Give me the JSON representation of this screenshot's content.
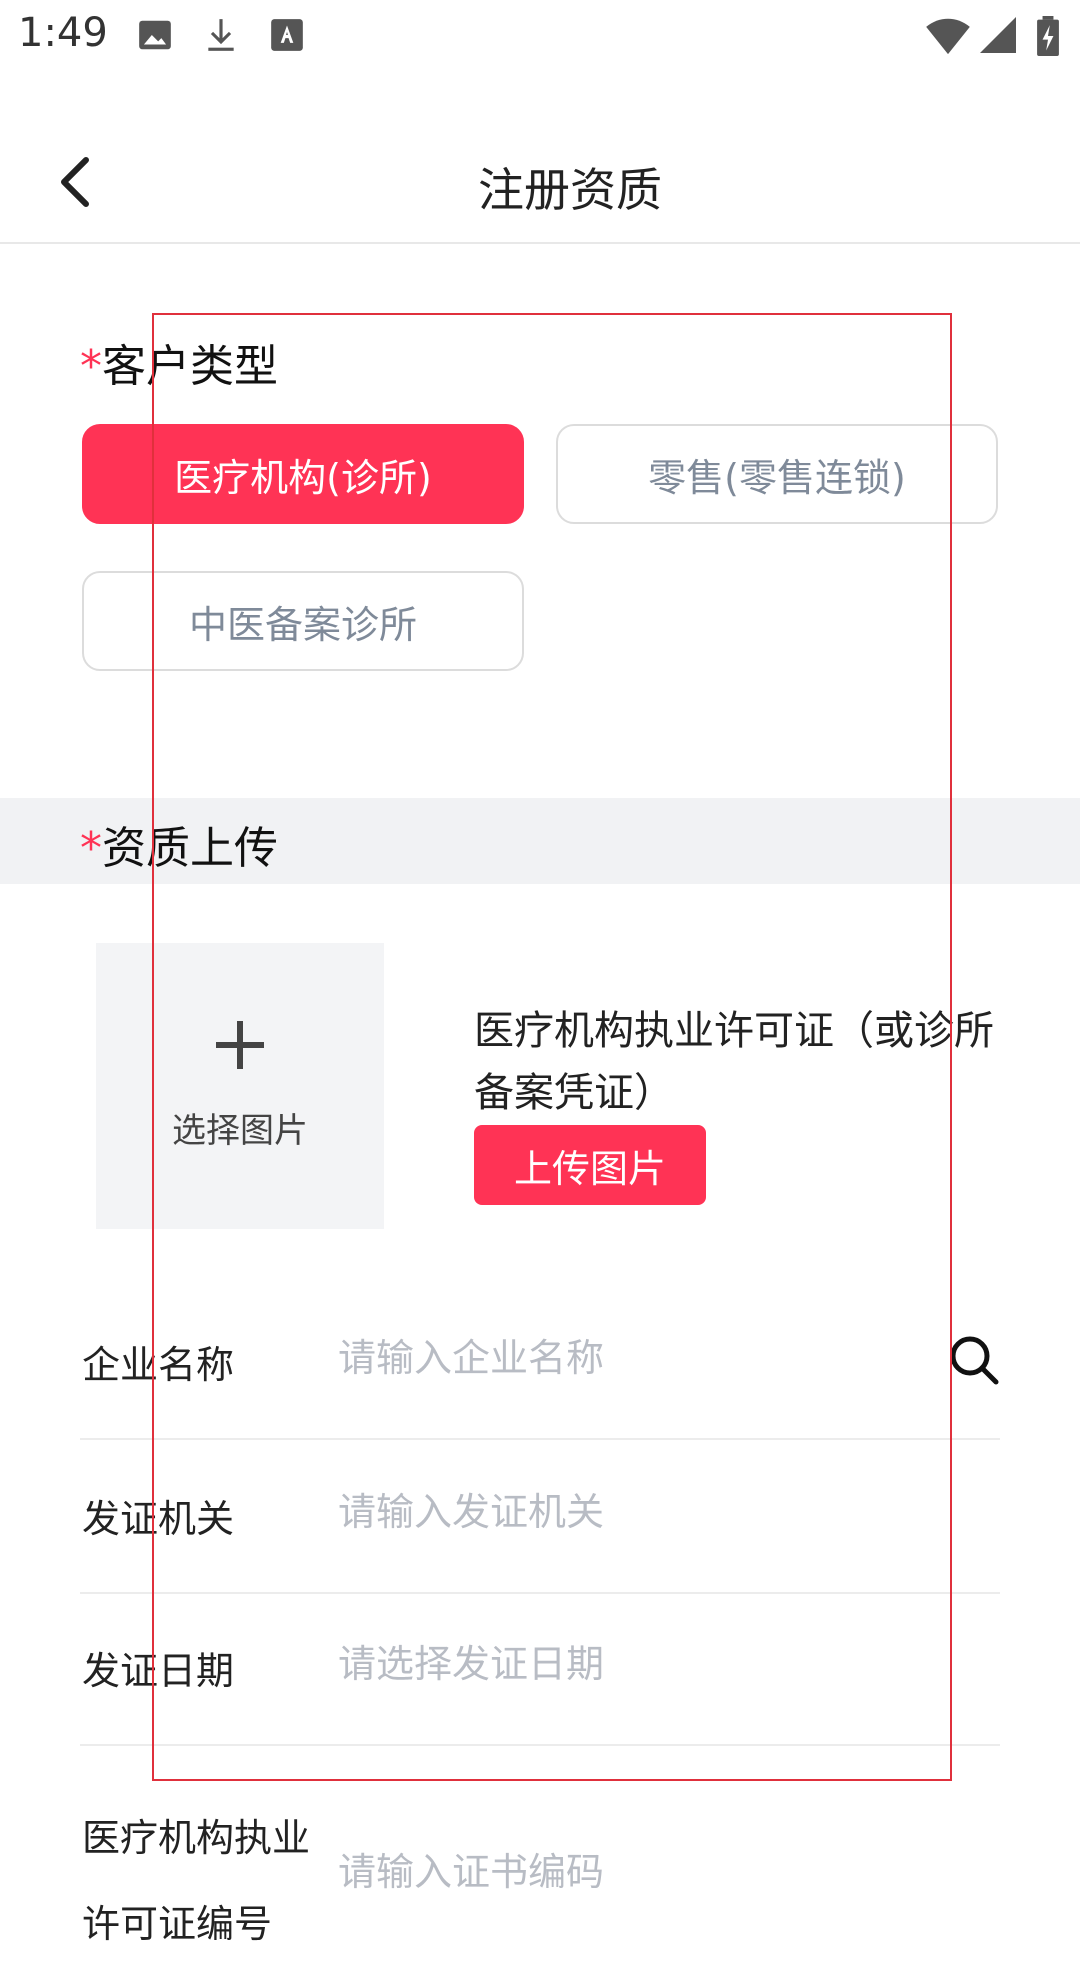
{
  "status_bar": {
    "time": "1:49",
    "icons": [
      "image-icon",
      "download-icon",
      "a-icon",
      "wifi-icon",
      "signal-icon",
      "battery-icon"
    ]
  },
  "header": {
    "title": "注册资质",
    "back_icon": "chevron-left-icon"
  },
  "customer_type": {
    "required_mark": "*",
    "label": "客户类型",
    "options": [
      {
        "label": "医疗机构(诊所)",
        "selected": true
      },
      {
        "label": "零售(零售连锁)",
        "selected": false
      },
      {
        "label": "中医备案诊所",
        "selected": false
      }
    ]
  },
  "qualification": {
    "required_mark": "*",
    "label": "资质上传",
    "picker_label": "选择图片",
    "cert_title": "医疗机构执业许可证（或诊所备案凭证）",
    "upload_label": "上传图片"
  },
  "form": {
    "company": {
      "label": "企业名称",
      "placeholder": "请输入企业名称",
      "icon": "search-icon"
    },
    "issuer": {
      "label": "发证机关",
      "placeholder": "请输入发证机关"
    },
    "issue_date": {
      "label": "发证日期",
      "placeholder": "请选择发证日期"
    },
    "license_no": {
      "label": "医疗机构执业许可证编号",
      "placeholder": "请输入证书编码"
    }
  },
  "colors": {
    "accent": "#ff3355",
    "band": "#f1f2f4",
    "placeholder": "#b8bcc4"
  }
}
